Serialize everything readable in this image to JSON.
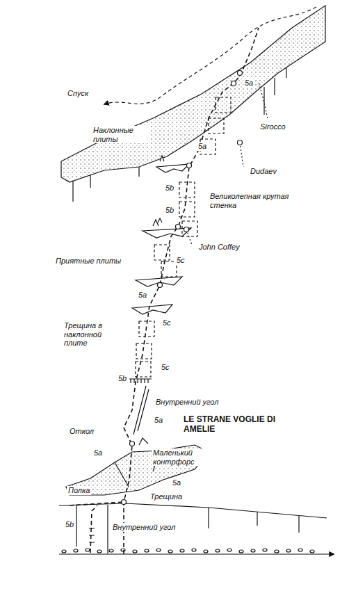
{
  "diagram": {
    "title": "LE STRANE VOGLIE DI AMELIE",
    "labels": [
      "Спуск",
      "Наклонные плиты",
      "5a",
      "Sirocco",
      "5a",
      "Dudaev",
      "5b",
      "Великолепная крутая стенка",
      "5b",
      "John Coffey",
      "Приятные плиты",
      "5c",
      "5a",
      "Трещина в наклонной плите",
      "5c",
      "5c",
      "5b",
      "Внутренний угол",
      "Откол",
      "5a",
      "5a",
      "Маленький контрфорс",
      "Полка",
      "Трещина",
      "5a",
      "5b",
      "Внутренний угол"
    ]
  }
}
